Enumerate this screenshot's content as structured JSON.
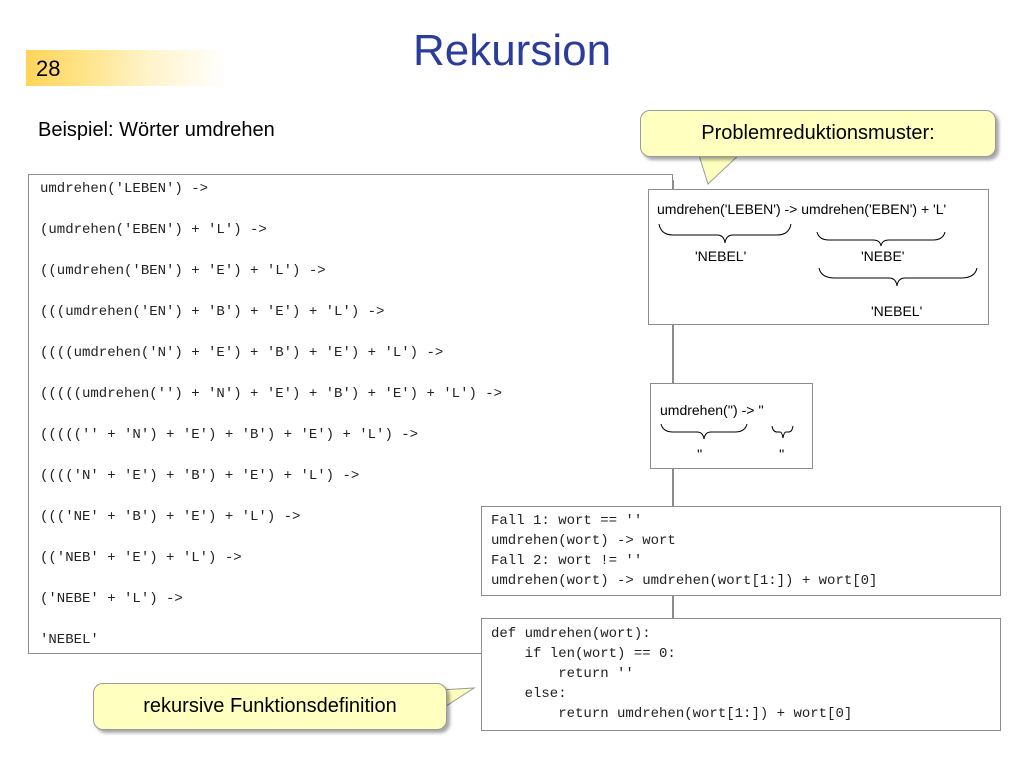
{
  "slide": {
    "number": "28",
    "title": "Rekursion"
  },
  "subtitle": "Beispiel: Wörter umdrehen",
  "trace": [
    "umdrehen('LEBEN') ->",
    "(umdrehen('EBEN') + 'L') ->",
    "((umdrehen('BEN') + 'E') + 'L') ->",
    "(((umdrehen('EN') + 'B') + 'E') + 'L') ->",
    "((((umdrehen('N') + 'E') + 'B') + 'E') + 'L') ->",
    "(((((umdrehen('') + 'N') + 'E') + 'B') + 'E') + 'L') ->",
    "((((('' + 'N') + 'E') + 'B') + 'E') + 'L') ->",
    "(((('N' + 'E') + 'B') + 'E') + 'L') ->",
    "((('NE' + 'B') + 'E') + 'L') ->",
    "(('NEB' + 'E') + 'L') ->",
    "('NEBE' + 'L') ->",
    "'NEBEL'"
  ],
  "callout_top": "Problemreduktionsmuster:",
  "pattern1": {
    "formula": "umdrehen('LEBEN') -> umdrehen('EBEN') + 'L'",
    "label_left": "'NEBEL'",
    "label_mid": "'NEBE'",
    "label_bottom": "'NEBEL'"
  },
  "pattern2": {
    "formula": "umdrehen('') -> ''",
    "label_left": "''",
    "label_right": "''"
  },
  "cases": [
    "Fall 1: wort == ''",
    "umdrehen(wort) -> wort",
    "Fall 2: wort != ''",
    "umdrehen(wort) -> umdrehen(wort[1:]) + wort[0]"
  ],
  "code": [
    "def umdrehen(wort):",
    "    if len(wort) == 0:",
    "        return ''",
    "    else:",
    "        return umdrehen(wort[1:]) + wort[0]"
  ],
  "callout_bottom": "rekursive Funktionsdefinition"
}
